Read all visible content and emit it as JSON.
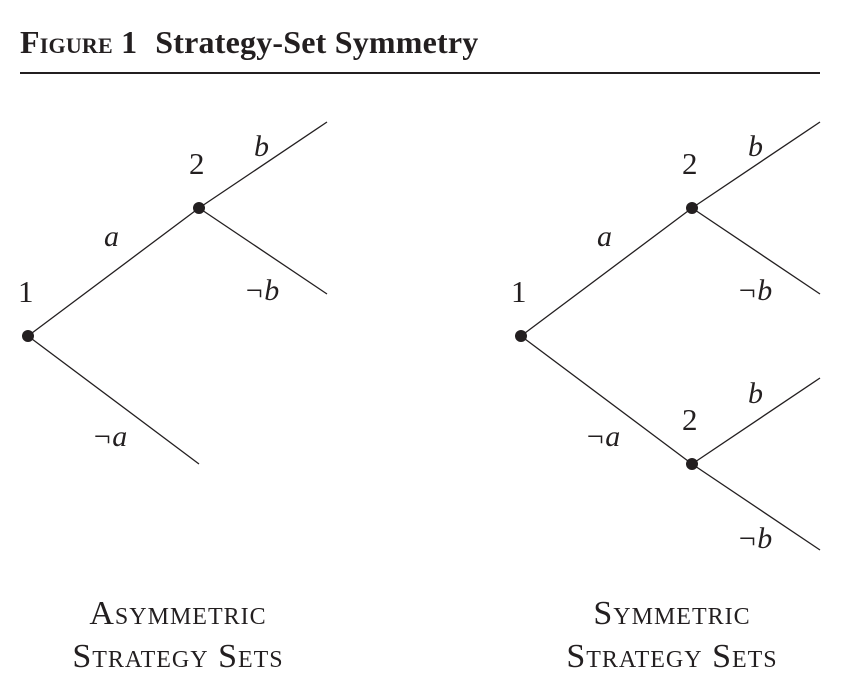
{
  "figure": {
    "label": "Figure 1",
    "title": "Strategy-Set Symmetry"
  },
  "left_tree": {
    "player1": "1",
    "player2": "2",
    "move_a": "a",
    "move_not_a": "¬a",
    "move_b": "b",
    "move_not_b": "¬b",
    "caption_line1": "Asymmetric",
    "caption_line2": "Strategy Sets"
  },
  "right_tree": {
    "player1": "1",
    "player2_upper": "2",
    "player2_lower": "2",
    "move_a": "a",
    "move_not_a": "¬a",
    "move_b_upper": "b",
    "move_not_b_upper": "¬b",
    "move_b_lower": "b",
    "move_not_b_lower": "¬b",
    "caption_line1": "Symmetric",
    "caption_line2": "Strategy Sets"
  }
}
